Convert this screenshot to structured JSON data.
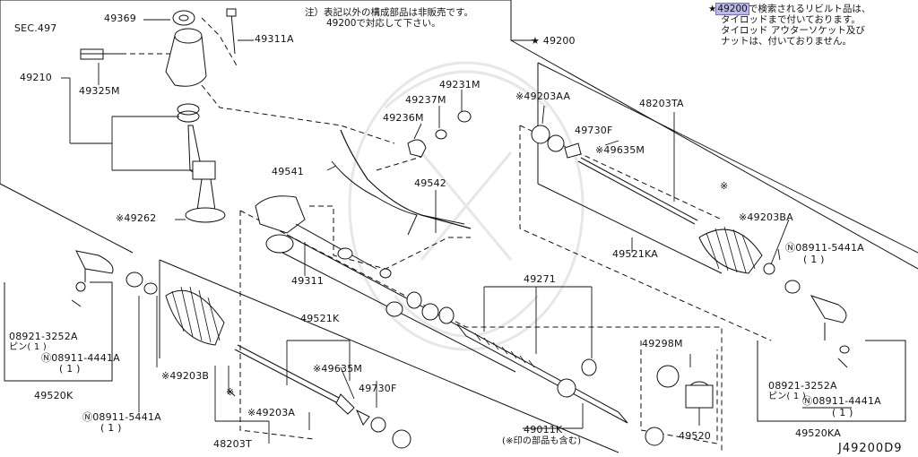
{
  "notes": {
    "top_center": [
      "注）表記以外の構成部品は非販売です。",
      "49200で対応して下さい。"
    ],
    "top_right_mark": "★",
    "top_right_highlight": "49200",
    "top_right_lines": [
      "で検索されるリビルト品は、",
      "タイロッドまで付いております。",
      "タイロッド アウターソケット及び",
      "ナットは、付いておりません。"
    ]
  },
  "labels": {
    "sec497": "SEC.497",
    "p49369": "49369",
    "p49311A": "49311A",
    "p49210": "49210",
    "p49325M": "49325M",
    "p49262": "※49262",
    "p49200": "★ 49200",
    "p49231M": "49231M",
    "p49237M": "49237M",
    "p49236M": "49236M",
    "p49541": "49541",
    "p49542": "49542",
    "p49311": "49311",
    "p49203AA": "※49203AA",
    "p48203TA": "48203TA",
    "p49730F_r": "49730F",
    "p49635M_r": "※49635M",
    "star_r": "※",
    "p49203BA": "※49203BA",
    "p49521KA": "49521KA",
    "p08911_5441A_r": "Ⓝ08911-5441A",
    "p08911_5441A_r_qty": "( 1 )",
    "p49271": "49271",
    "p49298M": "49298M",
    "p49520": "49520",
    "p49011K": "49011K",
    "p49011K_sub": "(※印の部品も含む)",
    "p49521K": "49521K",
    "p49635M_l": "※49635M",
    "p49730F_l": "49730F",
    "p49203A": "※49203A",
    "p48203T": "48203T",
    "p49203B": "※49203B",
    "star_l": "※",
    "p08911_5441A_l": "Ⓝ08911-5441A",
    "p08911_5441A_l_qty": "( 1 )",
    "p08921_l": "08921-3252A",
    "p08921_l_pin": "ピン( 1 )",
    "p08911_4441A_l": "Ⓝ08911-4441A",
    "p08911_4441A_l_qty": "( 1 )",
    "p49520K": "49520K",
    "p08921_r": "08921-3252A",
    "p08921_r_pin": "ピン( 1 )",
    "p08911_4441A_r": "Ⓝ08911-4441A",
    "p08911_4441A_r_qty": "( 1 )",
    "p49520KA": "49520KA",
    "code": "J49200D9"
  }
}
